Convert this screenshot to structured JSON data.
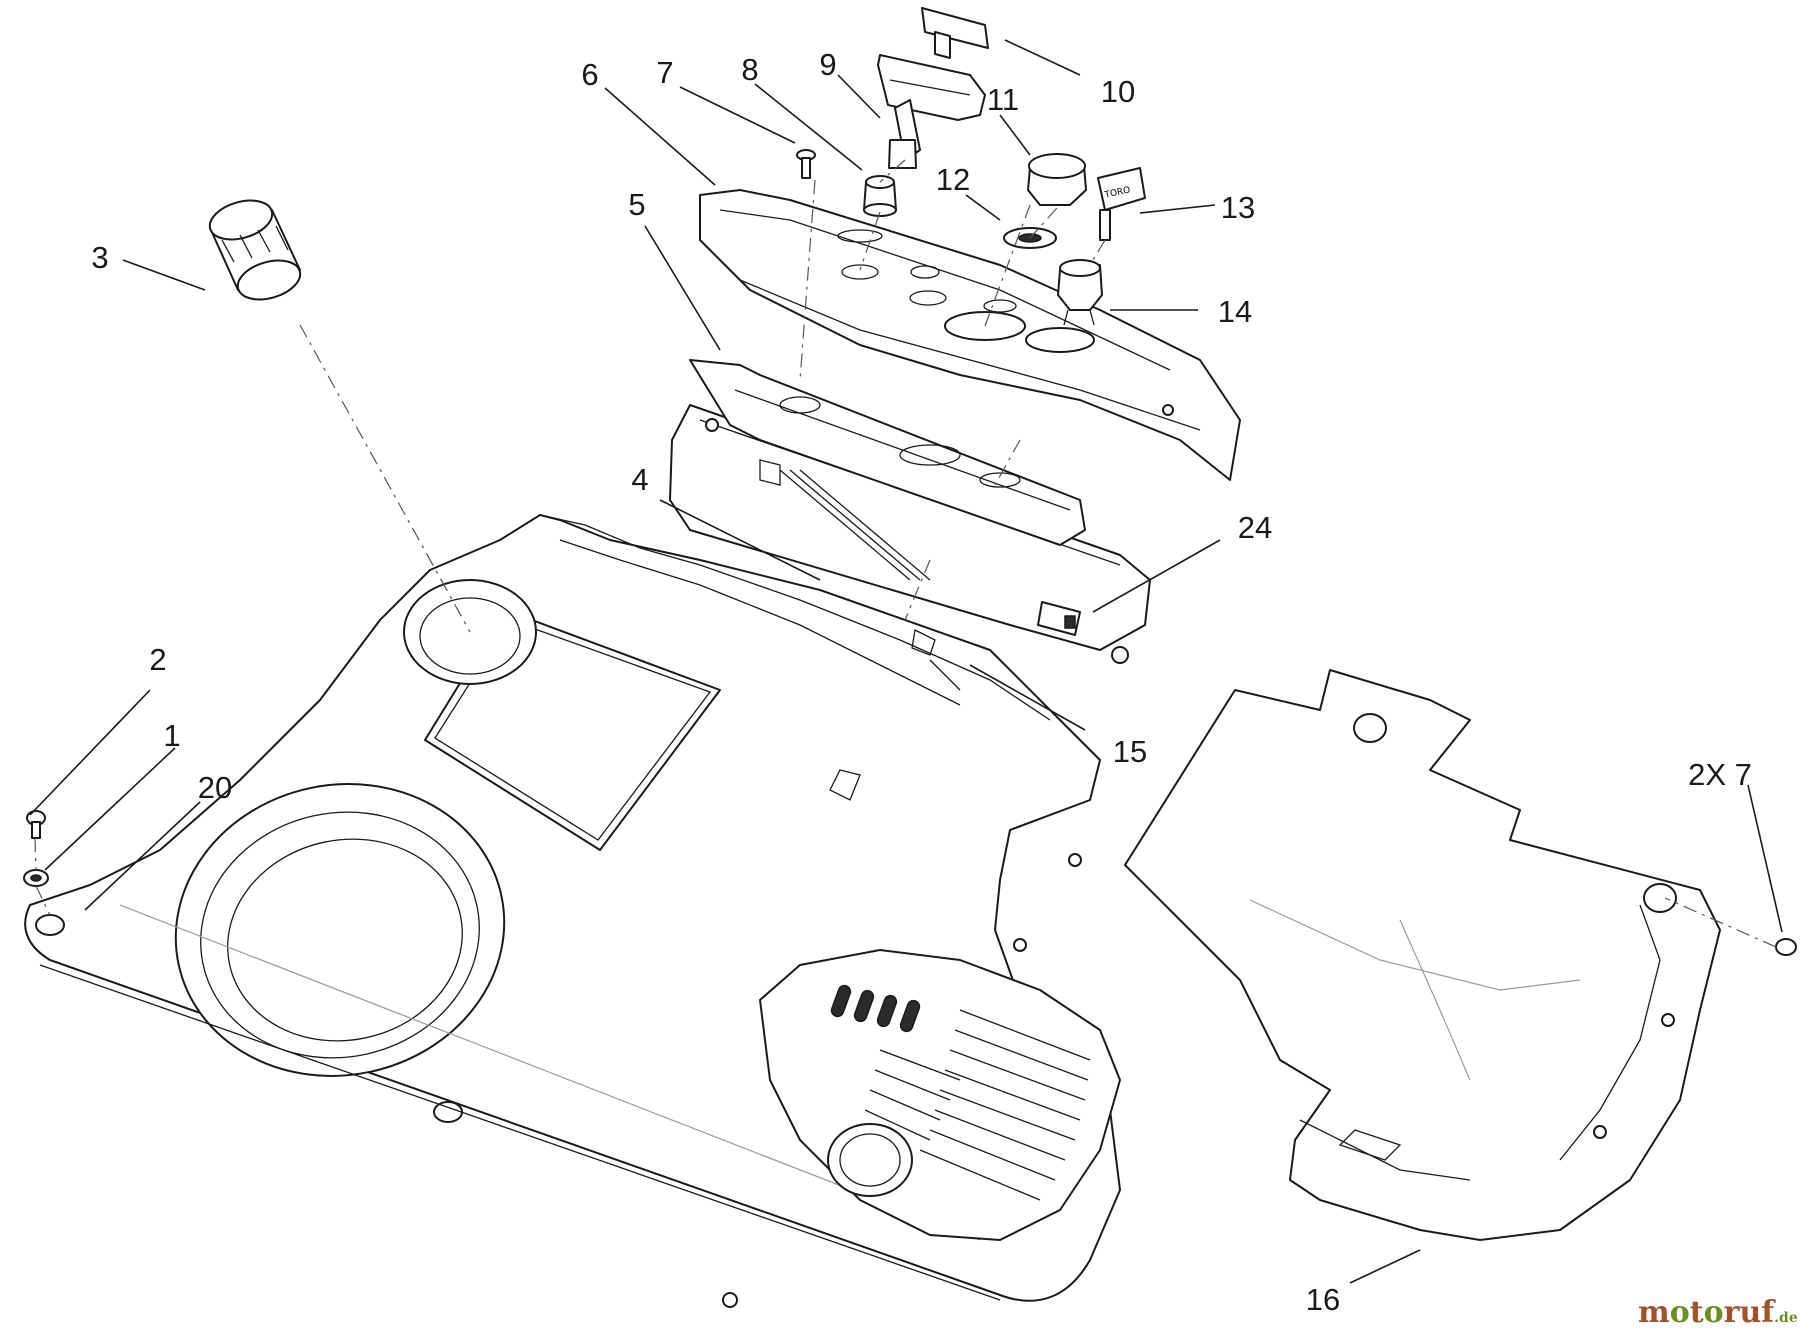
{
  "callouts": {
    "c1": "1",
    "c2": "2",
    "c3": "3",
    "c4": "4",
    "c5": "5",
    "c6": "6",
    "c7": "7",
    "c8": "8",
    "c9": "9",
    "c10": "10",
    "c11": "11",
    "c12": "12",
    "c13": "13",
    "c14": "14",
    "c15": "15",
    "c16": "16",
    "c20": "20",
    "c24": "24",
    "c2x7": "2X 7"
  },
  "key_tag_text": "TORO",
  "watermark": {
    "text_main": "motoruf",
    "text_suffix": ".de",
    "color_brown": "#a0522d",
    "color_green": "#6b8e23"
  }
}
